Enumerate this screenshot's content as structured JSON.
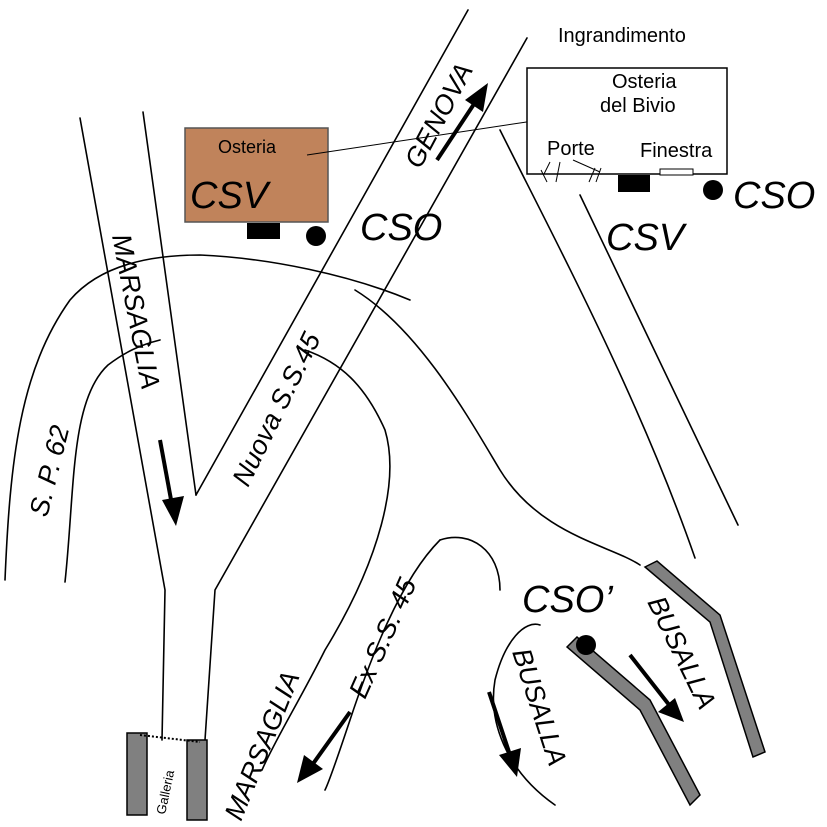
{
  "roads": {
    "marsaglia_north": "MARSAGLIA",
    "sp62": "S. P. 62",
    "nuova_ss45": "Nuova S.S.45",
    "ex_ss45": "Ex S.S. 45",
    "marsaglia_south": "MARSAGLIA",
    "genova": "GENOVA",
    "busalla_left": "BUSALLA",
    "busalla_right": "BUSALLA"
  },
  "places": {
    "osteria_label": "Osteria",
    "osteria_name": "CSV",
    "cso_main": "CSO",
    "cso_prime": "CSO’",
    "galleria": "Galleria"
  },
  "inset": {
    "title": "Ingrandimento",
    "osteria_line1": "Osteria",
    "osteria_line2": "del Bivio",
    "porte": "Porte",
    "finestra": "Finestra",
    "csv": "CSV",
    "cso": "CSO"
  },
  "colors": {
    "osteria_fill": "#c0835b",
    "tunnel_fill": "#808080"
  }
}
